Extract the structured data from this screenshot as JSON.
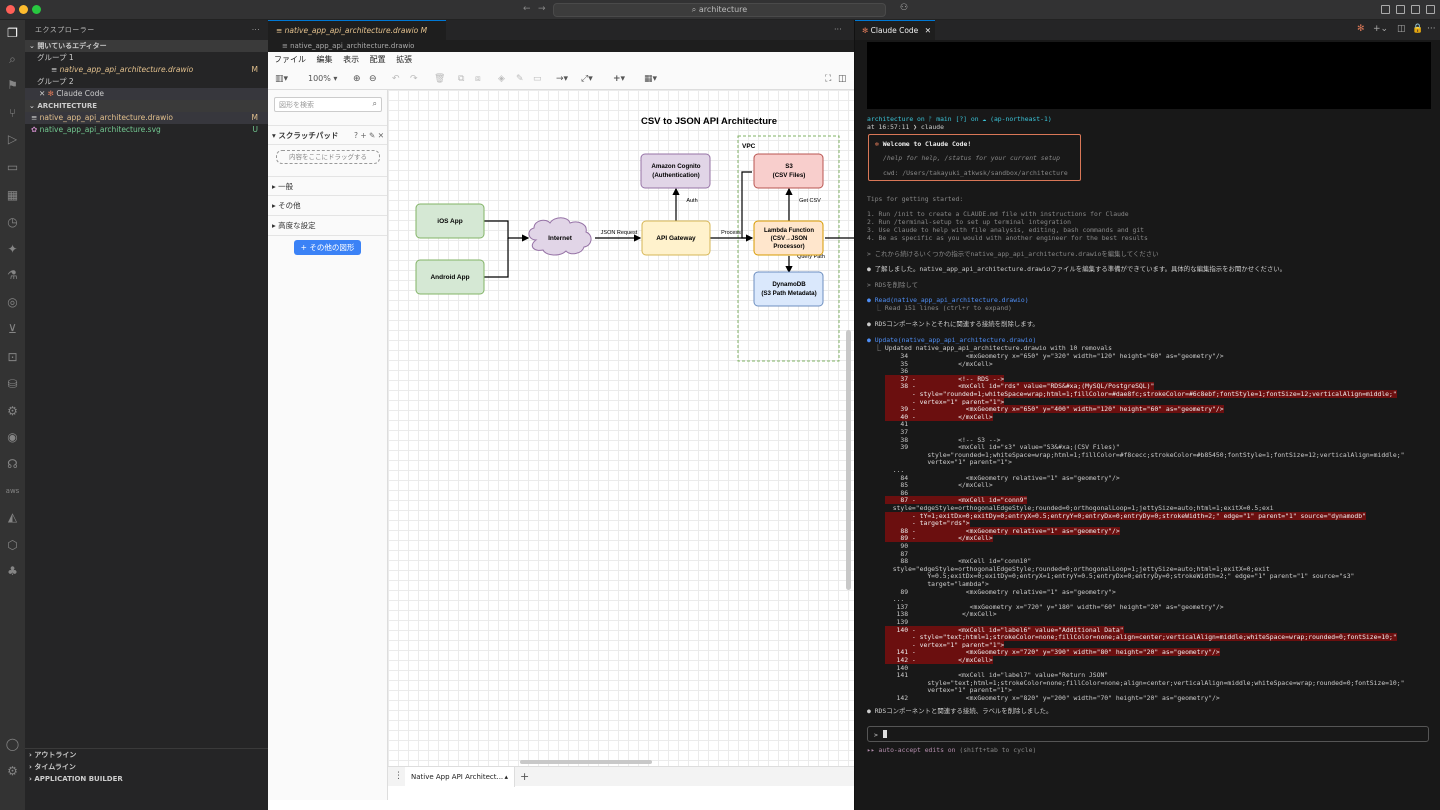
{
  "window": {
    "search_text": "architecture"
  },
  "explorer": {
    "title": "エクスプローラー",
    "open_editors_label": "開いているエディター",
    "group1": "グループ 1",
    "group1_file": "native_app_api_architecture.drawio",
    "group1_badge": "M",
    "group2": "グループ 2",
    "group2_item": "Claude Code",
    "folder": "ARCHITECTURE",
    "files": [
      {
        "name": "native_app_api_architecture.drawio",
        "badge": "M"
      },
      {
        "name": "native_app_api_architecture.svg",
        "badge": "U"
      }
    ],
    "outline": "アウトライン",
    "timeline": "タイムライン",
    "app_builder": "APPLICATION BUILDER"
  },
  "editor": {
    "tab_label": "native_app_api_architecture.drawio",
    "tab_badge": "M",
    "breadcrumb": "native_app_api_architecture.drawio"
  },
  "drawio": {
    "menu": [
      "ファイル",
      "編集",
      "表示",
      "配置",
      "拡張"
    ],
    "zoom": "100%",
    "search_placeholder": "図形を検索",
    "scratchpad": "スクラッチパッド",
    "drop_hint": "内容をここにドラッグする",
    "sections": [
      "一般",
      "その他",
      "高度な設定"
    ],
    "more_shapes": "+ その他の図形",
    "page_tab": "Native App API Architect..."
  },
  "diagram": {
    "title": "CSV to JSON API Architecture",
    "vpc_label": "VPC",
    "nodes": {
      "ios": "iOS App",
      "android": "Android App",
      "internet": "Internet",
      "gateway": "API Gateway",
      "cognito_1": "Amazon Cognito",
      "cognito_2": "(Authentication)",
      "s3_1": "S3",
      "s3_2": "(CSV Files)",
      "lambda_1": "Lambda Function",
      "lambda_2": "(CSV→JSON",
      "lambda_3": "Processor)",
      "dynamo_1": "DynamoDB",
      "dynamo_2": "(S3 Path Metadata)"
    },
    "edges": {
      "json_request": "JSON Request",
      "auth": "Auth",
      "process": "Process",
      "get_csv": "Get CSV",
      "query_path": "Query Path"
    },
    "colors": {
      "green_fill": "#d5e8d4",
      "green_stroke": "#82b366",
      "purple_fill": "#e1d5e7",
      "purple_stroke": "#9673a6",
      "yellow_fill": "#fff2cc",
      "yellow_stroke": "#d6b656",
      "red_fill": "#f8cecc",
      "red_stroke": "#b85450",
      "blue_fill": "#dae8fc",
      "blue_stroke": "#6c8ebf",
      "vpc_stroke": "#82b366"
    }
  },
  "claude": {
    "tab_label": "Claude Code",
    "prompt_line": "architecture on ᚠ main [?] on ☁ (ap-northeast-1)",
    "time_line": "at 16:57:11 ❯ claude",
    "welcome": "Welcome to Claude Code!",
    "help": "/help for help, /status for your current setup",
    "cwd": "cwd: /Users/takayuki_atkwsk/sandbox/architecture",
    "tips_title": "Tips for getting started:",
    "tips": [
      "1. Run /init to create a CLAUDE.md file with instructions for Claude",
      "2. Run /terminal-setup to set up terminal integration",
      "3. Use Claude to help with file analysis, editing, bash commands and git",
      "4. Be as specific as you would with another engineer for the best results"
    ],
    "user1": "> これから続けるいくつかの指示でnative_app_api_architecture.drawioを編集してください",
    "reply1": "● 了解しました。native_app_api_architecture.drawioファイルを編集する準備ができています。具体的な編集指示をお聞かせください。",
    "user2": "> RDSを削除して",
    "read_call": "● Read(native_app_api_architecture.drawio)",
    "read_result": "  ⎿ Read 151 lines (ctrl+r to expand)",
    "reply2": "● RDSコンポーネントとそれに関連する接続を削除します。",
    "update_call": "● Update(native_app_api_architecture.drawio)",
    "update_result": "  ⎿ Updated native_app_api_architecture.drawio with 10 removals",
    "diff": [
      {
        "t": "    34               <mxGeometry x=\"650\" y=\"320\" width=\"120\" height=\"60\" as=\"geometry\"/>",
        "d": false
      },
      {
        "t": "    35             </mxCell>",
        "d": false
      },
      {
        "t": "    36",
        "d": false
      },
      {
        "t": "    37 -           <!-- RDS -->",
        "d": true
      },
      {
        "t": "    38 -           <mxCell id=\"rds\" value=\"RDS&#xa;(MySQL/PostgreSQL)\"",
        "d": true
      },
      {
        "t": "       - style=\"rounded=1;whiteSpace=wrap;html=1;fillColor=#dae8fc;strokeColor=#6c8ebf;fontStyle=1;fontSize=12;verticalAlign=middle;\"",
        "d": true
      },
      {
        "t": "       - vertex=\"1\" parent=\"1\">",
        "d": true
      },
      {
        "t": "    39 -             <mxGeometry x=\"650\" y=\"400\" width=\"120\" height=\"60\" as=\"geometry\"/>",
        "d": true
      },
      {
        "t": "    40 -           </mxCell>",
        "d": true
      },
      {
        "t": "    41",
        "d": false
      },
      {
        "t": "    37",
        "d": false
      },
      {
        "t": "    38             <!-- S3 -->",
        "d": false
      },
      {
        "t": "    39             <mxCell id=\"s3\" value=\"S3&#xa;(CSV Files)\"",
        "d": false
      },
      {
        "t": "           style=\"rounded=1;whiteSpace=wrap;html=1;fillColor=#f8cecc;strokeColor=#b85450;fontStyle=1;fontSize=12;verticalAlign=middle;\"",
        "d": false
      },
      {
        "t": "           vertex=\"1\" parent=\"1\">",
        "d": false
      },
      {
        "t": "  ...",
        "d": false
      },
      {
        "t": "    84               <mxGeometry relative=\"1\" as=\"geometry\"/>",
        "d": false
      },
      {
        "t": "    85             </mxCell>",
        "d": false
      },
      {
        "t": "    86",
        "d": false
      },
      {
        "t": "    87 -           <mxCell id=\"conn9\"",
        "d": true
      },
      {
        "t": "  style=\"edgeStyle=orthogonalEdgeStyle;rounded=0;orthogonalLoop=1;jettySize=auto;html=1;exitX=0.5;exi",
        "d": false
      },
      {
        "t": "       - tY=1;exitDx=0;exitDy=0;entryX=0.5;entryY=0;entryDx=0;entryDy=0;strokeWidth=2;\" edge=\"1\" parent=\"1\" source=\"dynamodb\"",
        "d": true
      },
      {
        "t": "       - target=\"rds\">",
        "d": true
      },
      {
        "t": "    88 -             <mxGeometry relative=\"1\" as=\"geometry\"/>",
        "d": true
      },
      {
        "t": "    89 -           </mxCell>",
        "d": true
      },
      {
        "t": "    90",
        "d": false
      },
      {
        "t": "    87",
        "d": false
      },
      {
        "t": "    88             <mxCell id=\"conn10\"",
        "d": false
      },
      {
        "t": "  style=\"edgeStyle=orthogonalEdgeStyle;rounded=0;orthogonalLoop=1;jettySize=auto;html=1;exitX=0;exit",
        "d": false
      },
      {
        "t": "           Y=0.5;exitDx=0;exitDy=0;entryX=1;entryY=0.5;entryDx=0;entryDy=0;strokeWidth=2;\" edge=\"1\" parent=\"1\" source=\"s3\"",
        "d": false
      },
      {
        "t": "           target=\"lambda\">",
        "d": false
      },
      {
        "t": "    89               <mxGeometry relative=\"1\" as=\"geometry\">",
        "d": false
      },
      {
        "t": "  ...",
        "d": false
      },
      {
        "t": "   137                <mxGeometry x=\"720\" y=\"180\" width=\"60\" height=\"20\" as=\"geometry\"/>",
        "d": false
      },
      {
        "t": "   138              </mxCell>",
        "d": false
      },
      {
        "t": "   139",
        "d": false
      },
      {
        "t": "   140 -           <mxCell id=\"label6\" value=\"Additional Data\"",
        "d": true
      },
      {
        "t": "       - style=\"text;html=1;strokeColor=none;fillColor=none;align=center;verticalAlign=middle;whiteSpace=wrap;rounded=0;fontSize=10;\"",
        "d": true
      },
      {
        "t": "       - vertex=\"1\" parent=\"1\">",
        "d": true
      },
      {
        "t": "   141 -             <mxGeometry x=\"720\" y=\"390\" width=\"80\" height=\"20\" as=\"geometry\"/>",
        "d": true
      },
      {
        "t": "   142 -           </mxCell>",
        "d": true
      },
      {
        "t": "   140",
        "d": false
      },
      {
        "t": "   141             <mxCell id=\"label7\" value=\"Return JSON\"",
        "d": false
      },
      {
        "t": "           style=\"text;html=1;strokeColor=none;fillColor=none;align=center;verticalAlign=middle;whiteSpace=wrap;rounded=0;fontSize=10;\"",
        "d": false
      },
      {
        "t": "           vertex=\"1\" parent=\"1\">",
        "d": false
      },
      {
        "t": "   142               <mxGeometry x=\"820\" y=\"200\" width=\"70\" height=\"20\" as=\"geometry\"/>",
        "d": false
      }
    ],
    "reply3": "● RDSコンポーネントと関連する接続、ラベルを削除しました。",
    "input_prompt": ">",
    "auto_accept": "▸▸ auto-accept edits on",
    "auto_accept_hint": "(shift+tab to cycle)"
  }
}
